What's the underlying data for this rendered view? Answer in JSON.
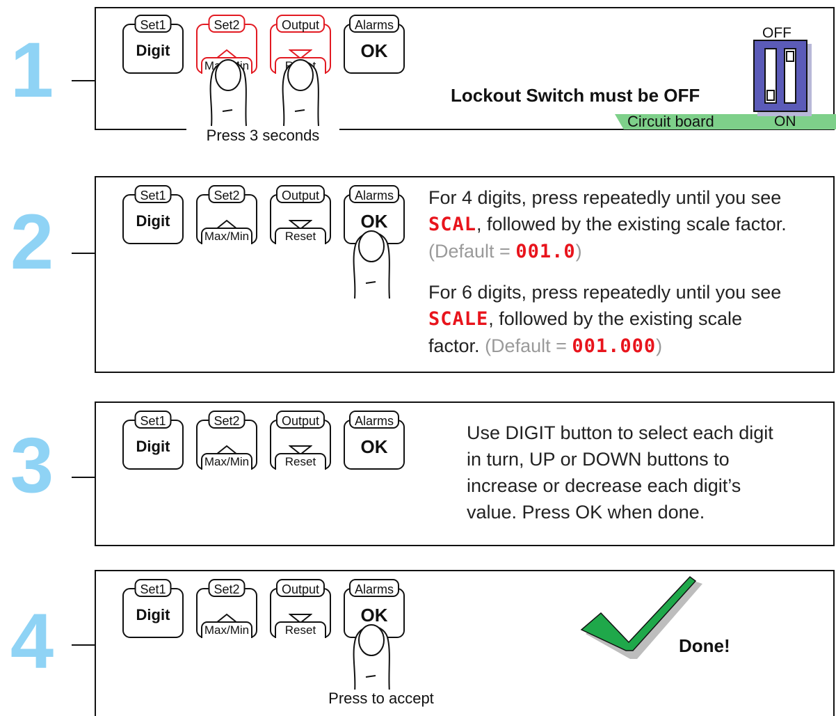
{
  "buttons": {
    "set1": {
      "top": "Set1",
      "main": "Digit"
    },
    "set2": {
      "top": "Set2",
      "bottom": "Max/Min"
    },
    "output": {
      "top": "Output",
      "bottom": "Reset"
    },
    "alarms": {
      "top": "Alarms",
      "main": "OK"
    }
  },
  "steps": [
    {
      "number": "1",
      "caption": "Press 3 seconds",
      "lockout_text": "Lockout Switch must be OFF",
      "switch_off_label": "OFF",
      "switch_on_label": "ON",
      "board_label": "Circuit board"
    },
    {
      "number": "2",
      "four_digit_line1": "For 4 digits, press repeatedly until you see",
      "four_digit_code": "SCAL",
      "four_digit_line2": ", followed by the existing scale factor.",
      "four_default_prefix": "(Default = ",
      "four_default_value": "001.0",
      "four_default_suffix": ")",
      "six_digit_line1": "For 6 digits, press repeatedly until you see",
      "six_digit_code": "SCALE",
      "six_digit_line2": ", followed by the existing scale",
      "six_digit_line3": "factor.",
      "six_default_prefix": "(Default = ",
      "six_default_value": "001.000",
      "six_default_suffix": ")"
    },
    {
      "number": "3",
      "instruction_lines": [
        "Use DIGIT button to select each digit",
        "in turn, UP or DOWN buttons to",
        "increase or decrease each digit’s",
        "value. Press OK when done."
      ]
    },
    {
      "number": "4",
      "caption": "Press to accept",
      "done_text": "Done!"
    }
  ],
  "colors": {
    "step_number": "#8fd3f5",
    "lcd_red": "#e8141c",
    "highlight_red": "#e21a22",
    "switch_blue": "#5b5bb8",
    "board_green": "#7ed08a",
    "check_green": "#1fa84a",
    "default_grey": "#9a9a9a"
  }
}
